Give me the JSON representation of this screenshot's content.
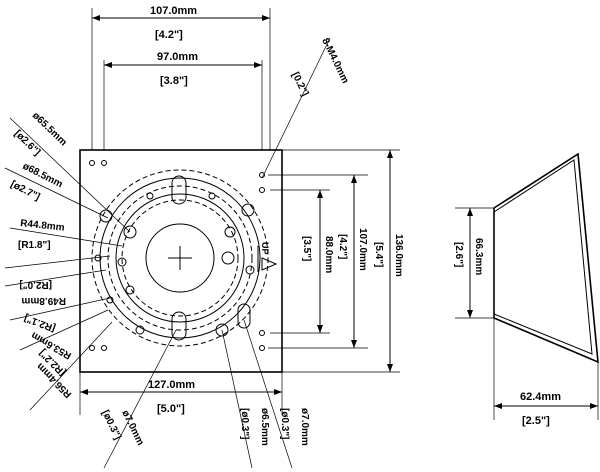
{
  "top_dims": {
    "width_107": "107.0mm",
    "width_107_in": "[4.2\"]",
    "width_97": "97.0mm",
    "width_97_in": "[3.8\"]",
    "screw_label": "8-M4.0mm",
    "screw_in": "[0.2\"]"
  },
  "left_labels": {
    "d65": "ø65.5mm",
    "d65_in": "[ø2.6\"]",
    "d68": "ø68.5mm",
    "d68_in": "[ø2.7\"]",
    "r44": "R44.8mm",
    "r44_in": "[R1.8\"]",
    "r2": "[R2.0\"]",
    "r49": "R49.8mm",
    "r21": "[R2.1\"]",
    "r53": "R53.6mm",
    "r22": "[R2.2\"]",
    "r56": "R56.4mm"
  },
  "right_dims": {
    "h88": "88.0mm",
    "h88_in": "[3.5\"]",
    "h107": "107.0mm",
    "h107_in": "[4.2\"]",
    "h136": "136.0mm",
    "h136_in": "[5.4\"]",
    "up": "UP"
  },
  "bottom_dims": {
    "w127": "127.0mm",
    "w127_in": "[5.0\"]",
    "d7a": "ø7.0mm",
    "d7a_in": "[ø0.3\"]",
    "d65": "ø6.5mm",
    "d65_in": "[ø0.3\"]",
    "d7b": "ø7.0mm",
    "d7b_in": "[ø0.3\"]"
  },
  "side_view": {
    "height": "66.3mm",
    "height_in": "[2.6\"]",
    "width": "62.4mm",
    "width_in": "[2.5\"]"
  }
}
